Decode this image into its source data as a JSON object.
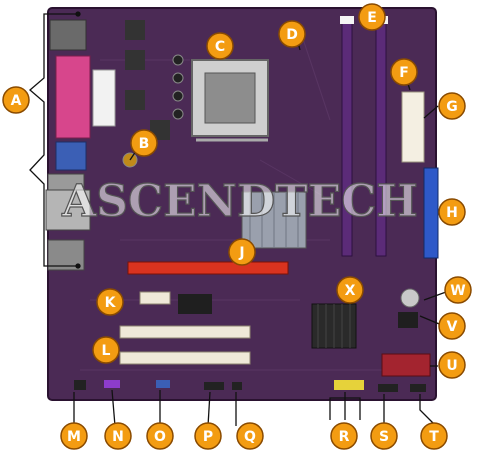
{
  "watermark": "ASCENDTECH",
  "colors": {
    "board": "#4b2a55",
    "board_dark": "#33193d",
    "callout_fill": "#f39c12",
    "callout_stroke": "#8a4b00",
    "pcie": "#d9331f",
    "pci": "#efe8d8",
    "dimm": "#5b2b78",
    "ide": "#2e59c8",
    "atx": "#f4efe2",
    "parallel": "#d7468c"
  },
  "callouts": [
    {
      "id": "A",
      "label": "A"
    },
    {
      "id": "B",
      "label": "B"
    },
    {
      "id": "C",
      "label": "C"
    },
    {
      "id": "D",
      "label": "D"
    },
    {
      "id": "E",
      "label": "E"
    },
    {
      "id": "F",
      "label": "F"
    },
    {
      "id": "G",
      "label": "G"
    },
    {
      "id": "H",
      "label": "H"
    },
    {
      "id": "J",
      "label": "J"
    },
    {
      "id": "K",
      "label": "K"
    },
    {
      "id": "L",
      "label": "L"
    },
    {
      "id": "M",
      "label": "M"
    },
    {
      "id": "N",
      "label": "N"
    },
    {
      "id": "O",
      "label": "O"
    },
    {
      "id": "P",
      "label": "P"
    },
    {
      "id": "Q",
      "label": "Q"
    },
    {
      "id": "R",
      "label": "R"
    },
    {
      "id": "S",
      "label": "S"
    },
    {
      "id": "T",
      "label": "T"
    },
    {
      "id": "U",
      "label": "U"
    },
    {
      "id": "V",
      "label": "V"
    },
    {
      "id": "W",
      "label": "W"
    },
    {
      "id": "X",
      "label": "X"
    }
  ]
}
